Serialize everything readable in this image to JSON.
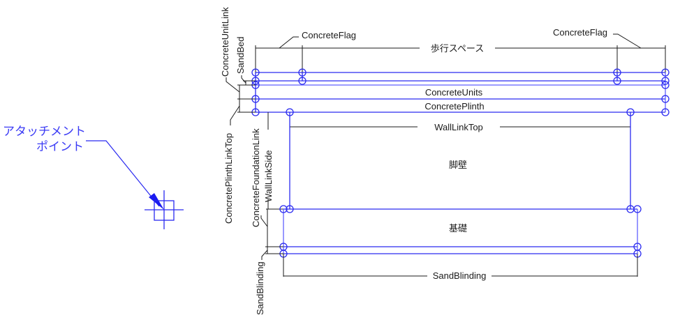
{
  "attachment_label": {
    "line1": "アタッチメント",
    "line2": "ポイント"
  },
  "labels": {
    "concrete_flag_left": "ConcreteFlag",
    "concrete_flag_right": "ConcreteFlag",
    "walkway_space": "歩行スペース",
    "concrete_units": "ConcreteUnits",
    "concrete_plinth": "ConcretePlinth",
    "wall_link_top": "WallLinkTop",
    "wall": "脚壁",
    "foundation": "基礎",
    "sand_blinding_horizontal": "SandBlinding",
    "concrete_unit_link": "ConcreteUnitLink",
    "sand_bed": "SandBed",
    "concrete_plinth_link_top": "ConcretePlinthLinkTop",
    "concrete_foundation_link": "ConcreteFoundationLink",
    "wall_link_side": "WallLinkSide",
    "sand_blinding_vertical": "SandBlinding"
  },
  "colors": {
    "drawing_blue": "#2a2af0",
    "dimension_black": "#1a1a1a",
    "label_blue": "#3a3af5"
  }
}
